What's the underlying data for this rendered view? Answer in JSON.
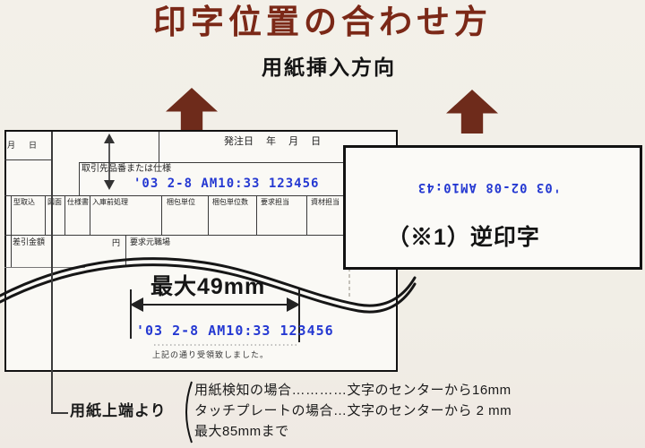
{
  "title": "印字位置の合わせ方",
  "subtitle": "用紙挿入方向",
  "colors": {
    "title": "#7b2817",
    "insert_arrow": "#6e2b1b",
    "print_blue": "#2539d2"
  },
  "form": {
    "top_left_cell": "月　日",
    "order_date_label": "発注日　 年　 月　 日",
    "supplier_label": "取引先品番または仕様",
    "print_line_1": "'03 2-8 AM10:33 123456",
    "header_cells": [
      "型取込",
      "図面",
      "仕様書",
      "入庫前処理",
      "梱包単位",
      "梱包単位数",
      "要求担当",
      "資材担当"
    ],
    "deduction_label": "差引金額",
    "yen_label": "円",
    "requester_label": "要求元職場",
    "max_width_label": "最大49mm",
    "print_line_2": "'03 2-8 AM10:33 123456",
    "receipt_note": "上記の通り受領致しました。"
  },
  "reverse_box": {
    "print_line": "'03 02-08 AM10:43",
    "caption": "（※1）逆印字"
  },
  "bottom": {
    "edge_label": "用紙上端より",
    "lines": [
      "用紙検知の場合…………文字のセンターから16mm",
      "タッチプレートの場合…文字のセンターから 2 mm",
      "最大85mmまで"
    ]
  }
}
